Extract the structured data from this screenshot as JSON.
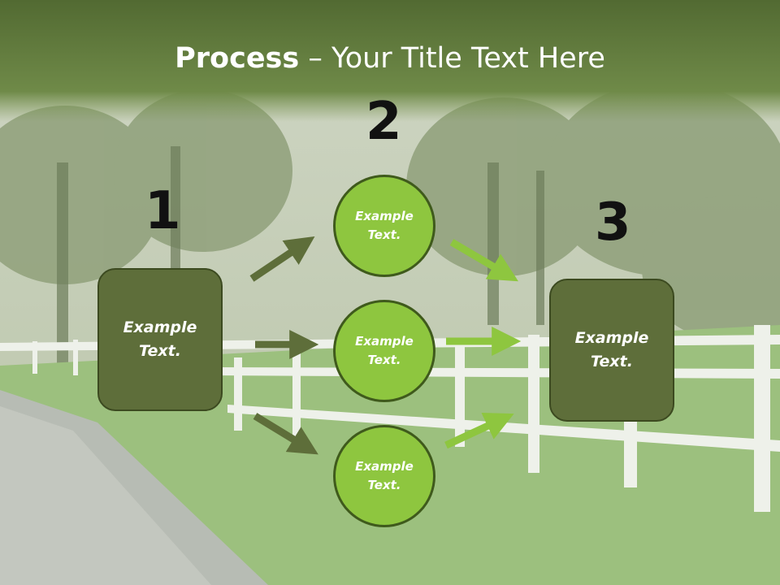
{
  "title": {
    "bold": "Process",
    "rest": " – Your Title Text Here"
  },
  "steps": {
    "one": "1",
    "two": "2",
    "three": "3"
  },
  "box_left": {
    "line1": "Example",
    "line2": "Text."
  },
  "circle_top": {
    "line1": "Example",
    "line2": "Text."
  },
  "circle_mid": {
    "line1": "Example",
    "line2": "Text."
  },
  "circle_bottom": {
    "line1": "Example",
    "line2": "Text."
  },
  "box_right": {
    "line1": "Example",
    "line2": "Text."
  },
  "colors": {
    "header": "#5f7a3c",
    "box": "#5e6e3a",
    "circle": "#8ec63f",
    "arrow_dark": "#5e6e3a",
    "arrow_light": "#8ec63f"
  }
}
